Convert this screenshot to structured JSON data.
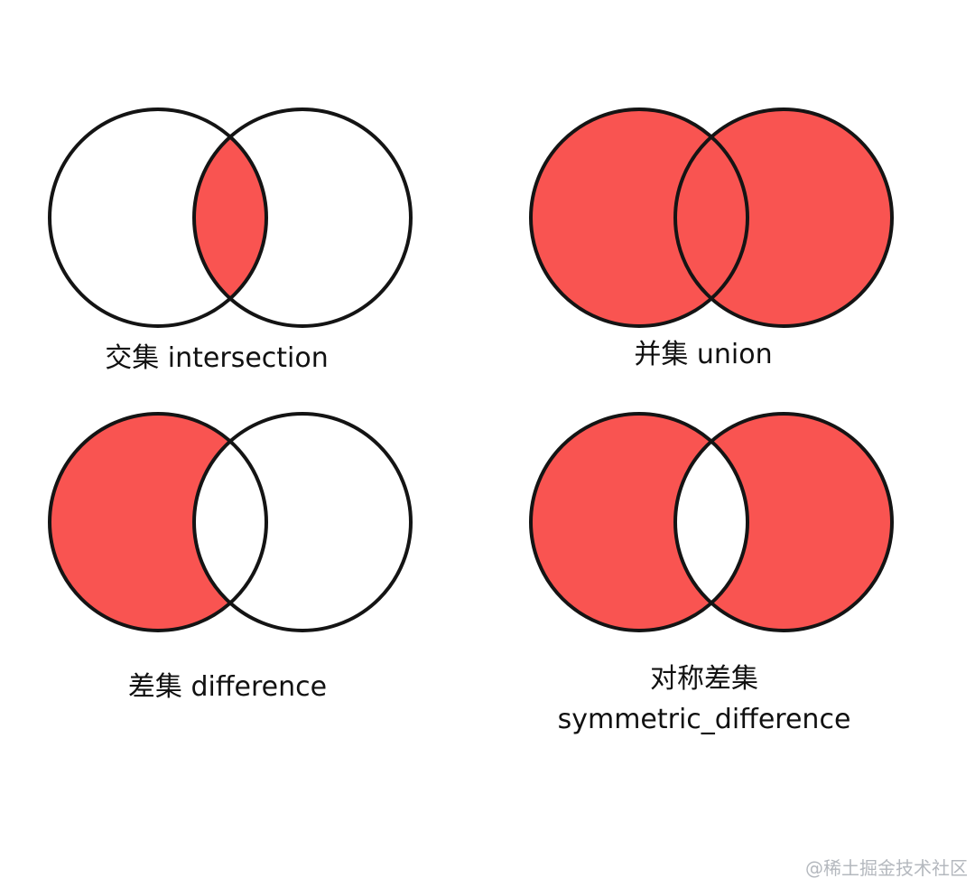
{
  "colors": {
    "fill": "#F95451",
    "stroke": "#141414",
    "background": "#FFFFFF",
    "watermark": "#B4B8BE"
  },
  "diagrams": [
    {
      "operation": "intersection",
      "label": "交集 intersection",
      "shaded_regions": [
        "A∩B"
      ]
    },
    {
      "operation": "union",
      "label": "并集 union",
      "shaded_regions": [
        "A",
        "B"
      ]
    },
    {
      "operation": "difference",
      "label": "差集 difference",
      "shaded_regions": [
        "A−B"
      ]
    },
    {
      "operation": "symmetric_difference",
      "label_line1": "对称差集",
      "label_line2": "symmetric_difference",
      "shaded_regions": [
        "A−B",
        "B−A"
      ]
    }
  ],
  "watermark": "@稀土掘金技术社区"
}
